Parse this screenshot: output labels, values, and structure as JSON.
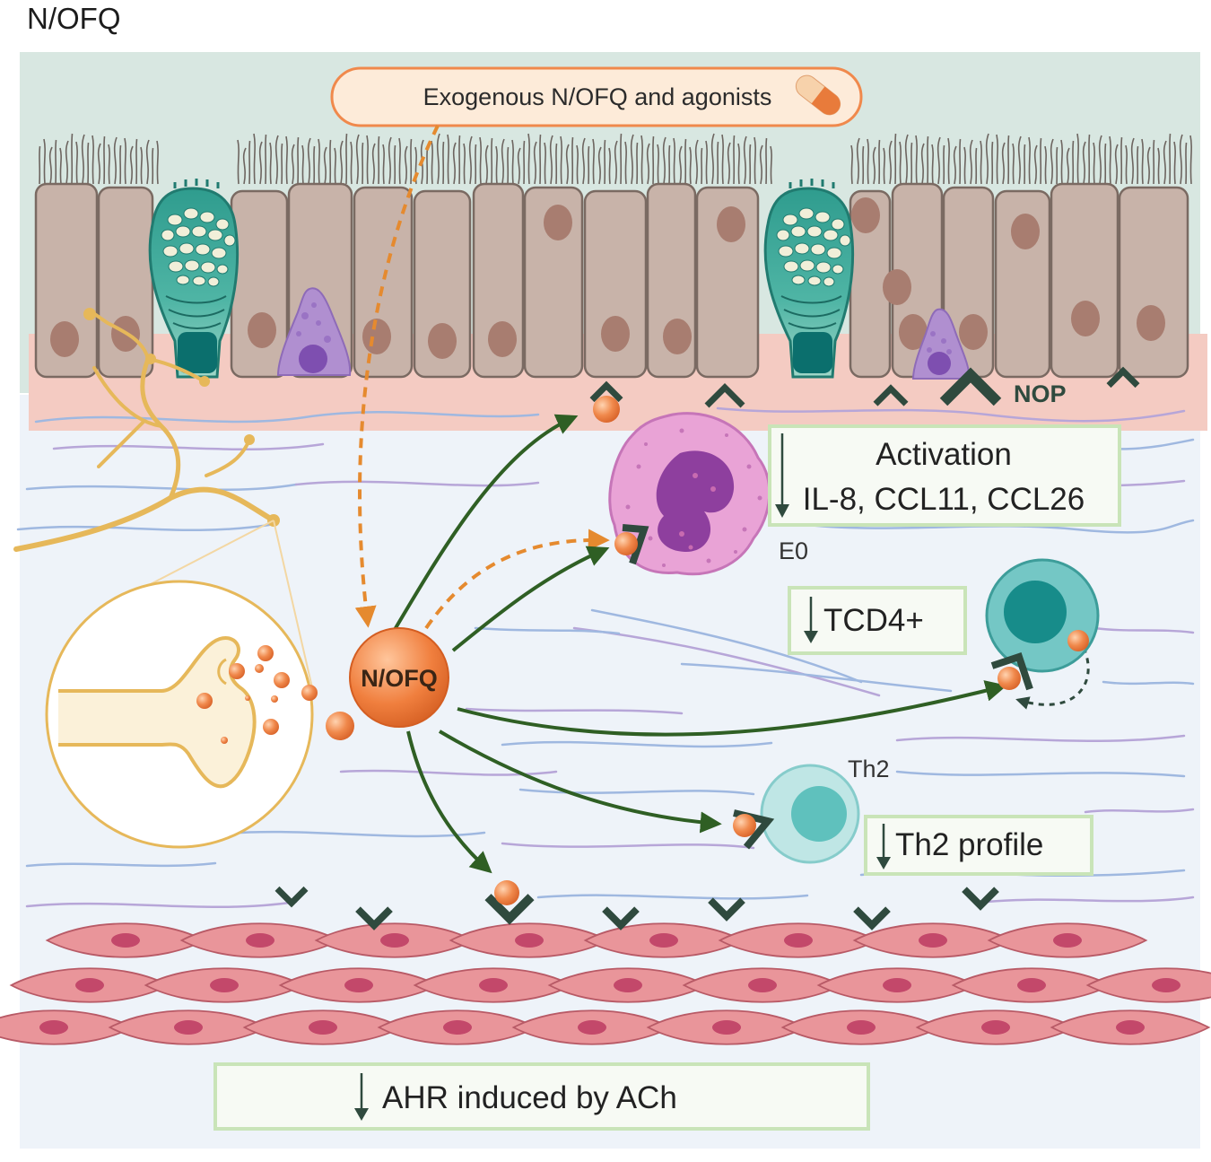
{
  "title": "N/OFQ",
  "exogenous_label": "Exogenous N/OFQ and agonists",
  "center_label": "N/OFQ",
  "receptor_label": "NOP",
  "eo_label": "E0",
  "th2_cell_label": "Th2",
  "boxes": {
    "activation": {
      "line1": "Activation",
      "line2": "IL-8, CCL11, CCL26"
    },
    "tcd4": "TCD4+",
    "th2": "Th2 profile",
    "ahr": "AHR induced by ACh"
  },
  "colors": {
    "lumen": "#d8e7e1",
    "epithelium_cell": "#c8b3a9",
    "nucleus": "#a87d70",
    "basement": "#f4cbc2",
    "tissue": "#eef3f9",
    "goblet": "#2f9c8e",
    "tuft": "#b08fd0",
    "nerve": "#e6b85a",
    "ligand": "#f0894c",
    "receptor": "#2f4a3e",
    "arrow_green": "#2f5f24",
    "arrow_orange": "#e58a2f",
    "box_border": "#c9e4b8",
    "box_fill": "#f7faf4",
    "muscle": "#e9959a",
    "muscle_nucleus": "#c3486a",
    "eosinophil": "#e9a3d6",
    "t_cell": "#74c7c5",
    "th2_cell": "#bfe6e5"
  },
  "icons": [
    "pill-icon",
    "down-arrow-icon",
    "nop-receptor-icon"
  ]
}
